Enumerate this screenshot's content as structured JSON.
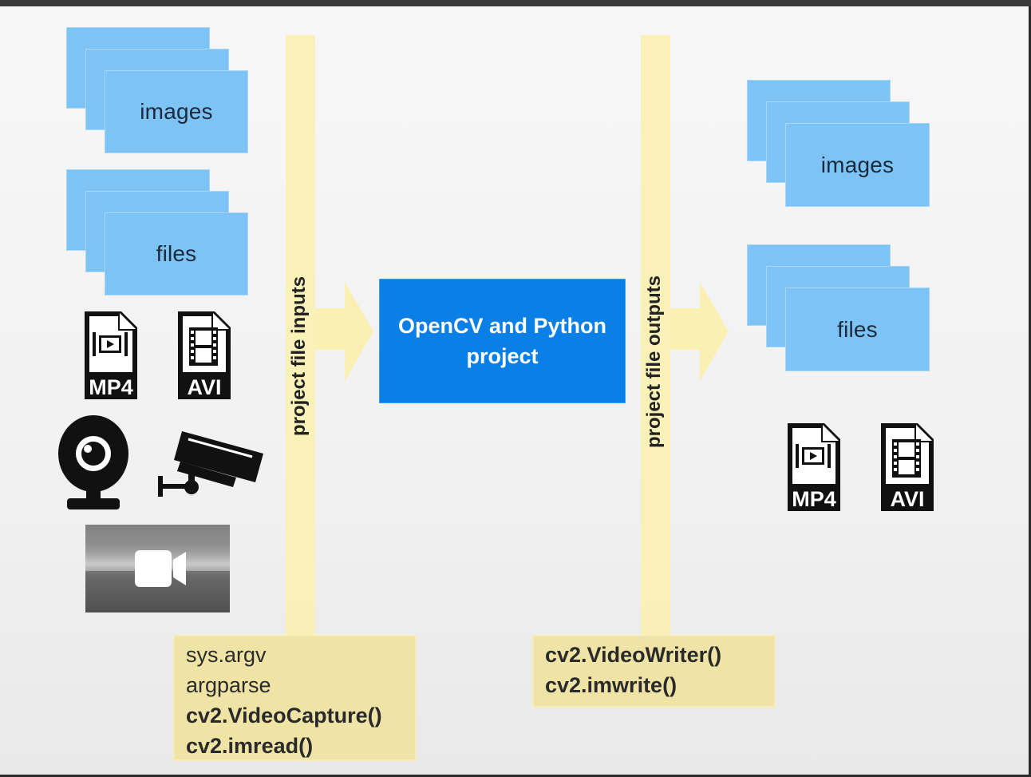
{
  "inputs": {
    "images_label": "images",
    "files_label": "files",
    "mp4_label": "MP4",
    "avi_label": "AVI",
    "bar_label": "project file inputs",
    "code_lines": [
      {
        "text": "sys.argv",
        "bold": false
      },
      {
        "text": "argparse",
        "bold": false
      },
      {
        "text": "cv2.VideoCapture()",
        "bold": true
      },
      {
        "text": "cv2.imread()",
        "bold": true
      }
    ]
  },
  "center": {
    "line1": "OpenCV and Python",
    "line2": "project"
  },
  "outputs": {
    "images_label": "images",
    "files_label": "files",
    "mp4_label": "MP4",
    "avi_label": "AVI",
    "bar_label": "project file outputs",
    "code_lines": [
      {
        "text": "cv2.VideoWriter()",
        "bold": true
      },
      {
        "text": "cv2.imwrite()",
        "bold": true
      }
    ]
  },
  "colors": {
    "sheet_blue": "#7dc3f5",
    "center_blue": "#0a7fe6",
    "bar_yellow": "#faf0b4",
    "code_box": "#efe3a6"
  },
  "icons": [
    "mp4-file-icon",
    "avi-file-icon",
    "webcam-icon",
    "cctv-camera-icon",
    "video-camera-icon"
  ]
}
